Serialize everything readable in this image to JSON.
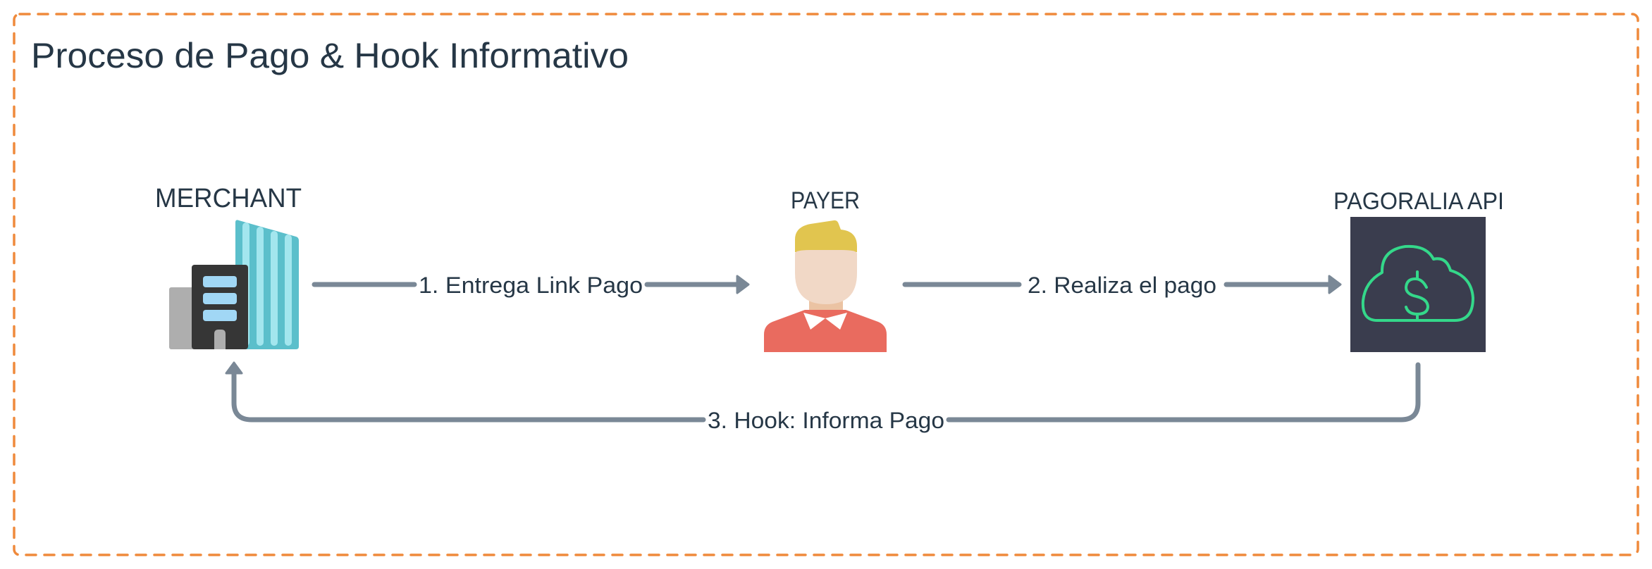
{
  "title": "Proceso de Pago & Hook Informativo",
  "colors": {
    "frame": "#ef8a3c",
    "text": "#263746",
    "arrow": "#7a8896",
    "api_box": "#3a3d4e",
    "api_icon": "#34d88a"
  },
  "nodes": {
    "merchant": {
      "label": "MERCHANT",
      "icon": "office-building-icon"
    },
    "payer": {
      "label": "PAYER",
      "icon": "person-avatar-icon"
    },
    "api": {
      "label": "PAGORALIA API",
      "icon": "cloud-dollar-icon"
    }
  },
  "edges": [
    {
      "from": "merchant",
      "to": "payer",
      "label": "1. Entrega Link Pago"
    },
    {
      "from": "payer",
      "to": "api",
      "label": "2. Realiza el pago"
    },
    {
      "from": "api",
      "to": "merchant",
      "label": "3. Hook: Informa Pago"
    }
  ]
}
